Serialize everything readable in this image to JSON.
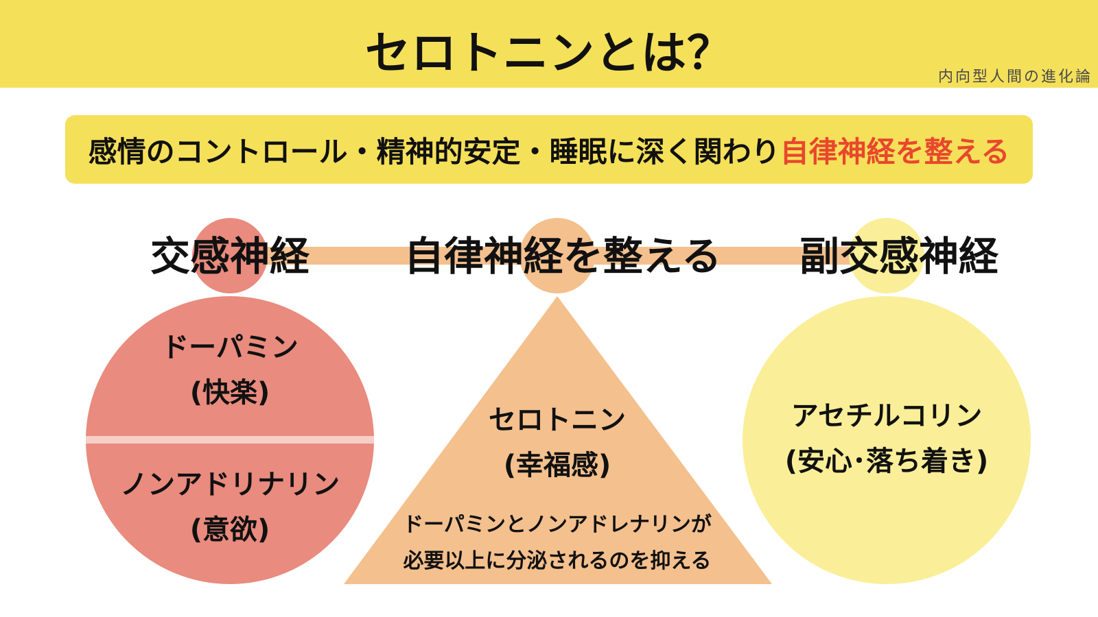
{
  "title": "セロトニンとは？",
  "brand": "内向型人間の進化論",
  "summary": {
    "text": "感情のコントロール・精神的安定・睡眠に深く関わり",
    "highlight": "自律神経を整える"
  },
  "colors": {
    "header": "#f5e05a",
    "highlight": "#e8472d",
    "sympathetic": "#e98b7e",
    "balance": "#f4c08e",
    "parasympathetic": "#faee98"
  },
  "sympathetic": {
    "label": "交感神経",
    "top": {
      "name": "ドーパミン",
      "effect": "(快楽)"
    },
    "bottom": {
      "name": "ノンアドリナリン",
      "effect": "(意欲)"
    }
  },
  "balance": {
    "label": "自律神経を整える",
    "name": "セロトニン",
    "effect": "(幸福感)",
    "note_line1": "ドーパミンとノンアドレナリンが",
    "note_line2": "必要以上に分泌されるのを抑える"
  },
  "parasympathetic": {
    "label": "副交感神経",
    "name": "アセチルコリン",
    "effect": "(安心･落ち着き)"
  }
}
